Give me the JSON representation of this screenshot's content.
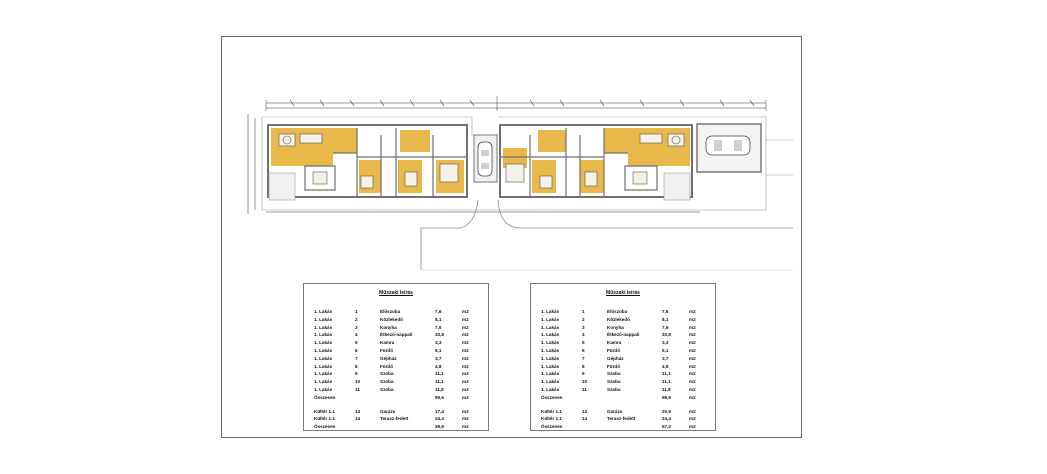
{
  "colors": {
    "frame": "#6a6a6a",
    "wall": "#6f6f6f",
    "living_floor": "#e8b84a",
    "plot_line": "#9a9a9a",
    "road_line": "#8a8a8a"
  },
  "drawing": {
    "left_legend": {
      "title": "Műszaki leírás",
      "rows": [
        [
          "1. Lakás",
          "1",
          "Előszoba",
          "7,6",
          "m2"
        ],
        [
          "1. Lakás",
          "2",
          "Közlekedő",
          "8,1",
          "m2"
        ],
        [
          "1. Lakás",
          "3",
          "Konyha",
          "7,6",
          "m2"
        ],
        [
          "1. Lakás",
          "4",
          "Étkező-nappali",
          "33,8",
          "m2"
        ],
        [
          "1. Lakás",
          "5",
          "Kamra",
          "3,3",
          "m2"
        ],
        [
          "1. Lakás",
          "6",
          "Fürdő",
          "5,1",
          "m2"
        ],
        [
          "1. Lakás",
          "7",
          "Gépház",
          "3,7",
          "m2"
        ],
        [
          "1. Lakás",
          "8",
          "Fürdő",
          "4,8",
          "m2"
        ],
        [
          "1. Lakás",
          "9",
          "Szoba",
          "11,1",
          "m2"
        ],
        [
          "1. Lakás",
          "10",
          "Szoba",
          "11,1",
          "m2"
        ],
        [
          "1. Lakás",
          "11",
          "Szoba",
          "11,8",
          "m2"
        ],
        [
          "Összesen",
          "",
          "",
          "99,6",
          "m2"
        ]
      ],
      "extra_rows": [
        [
          "Kültér 1.1",
          "13",
          "Garázs",
          "17,4",
          "m2"
        ],
        [
          "Kültér 1.1",
          "14",
          "Terasz-fedett",
          "24,4",
          "m2"
        ],
        [
          "Összesen",
          "",
          "",
          "39,8",
          "m2"
        ]
      ]
    },
    "right_legend": {
      "title": "Műszaki leírás",
      "rows": [
        [
          "1. Lakás",
          "1",
          "Előszoba",
          "7,6",
          "m2"
        ],
        [
          "1. Lakás",
          "2",
          "Közlekedő",
          "8,1",
          "m2"
        ],
        [
          "1. Lakás",
          "3",
          "Konyha",
          "7,6",
          "m2"
        ],
        [
          "1. Lakás",
          "4",
          "Étkező-nappali",
          "33,8",
          "m2"
        ],
        [
          "1. Lakás",
          "5",
          "Kamra",
          "3,3",
          "m2"
        ],
        [
          "1. Lakás",
          "6",
          "Fürdő",
          "5,1",
          "m2"
        ],
        [
          "1. Lakás",
          "7",
          "Gépház",
          "3,7",
          "m2"
        ],
        [
          "1. Lakás",
          "8",
          "Fürdő",
          "4,8",
          "m2"
        ],
        [
          "1. Lakás",
          "9",
          "Szoba",
          "11,1",
          "m2"
        ],
        [
          "1. Lakás",
          "10",
          "Szoba",
          "11,1",
          "m2"
        ],
        [
          "1. Lakás",
          "11",
          "Szoba",
          "11,8",
          "m2"
        ],
        [
          "Összesen",
          "",
          "",
          "99,6",
          "m2"
        ]
      ],
      "extra_rows": [
        [
          "Kültér 1.1",
          "13",
          "Garázs",
          "20,9",
          "m2"
        ],
        [
          "Kültér 1.1",
          "14",
          "Terasz-fedett",
          "24,4",
          "m2"
        ],
        [
          "Összesen",
          "",
          "",
          "57,2",
          "m2"
        ]
      ]
    }
  }
}
